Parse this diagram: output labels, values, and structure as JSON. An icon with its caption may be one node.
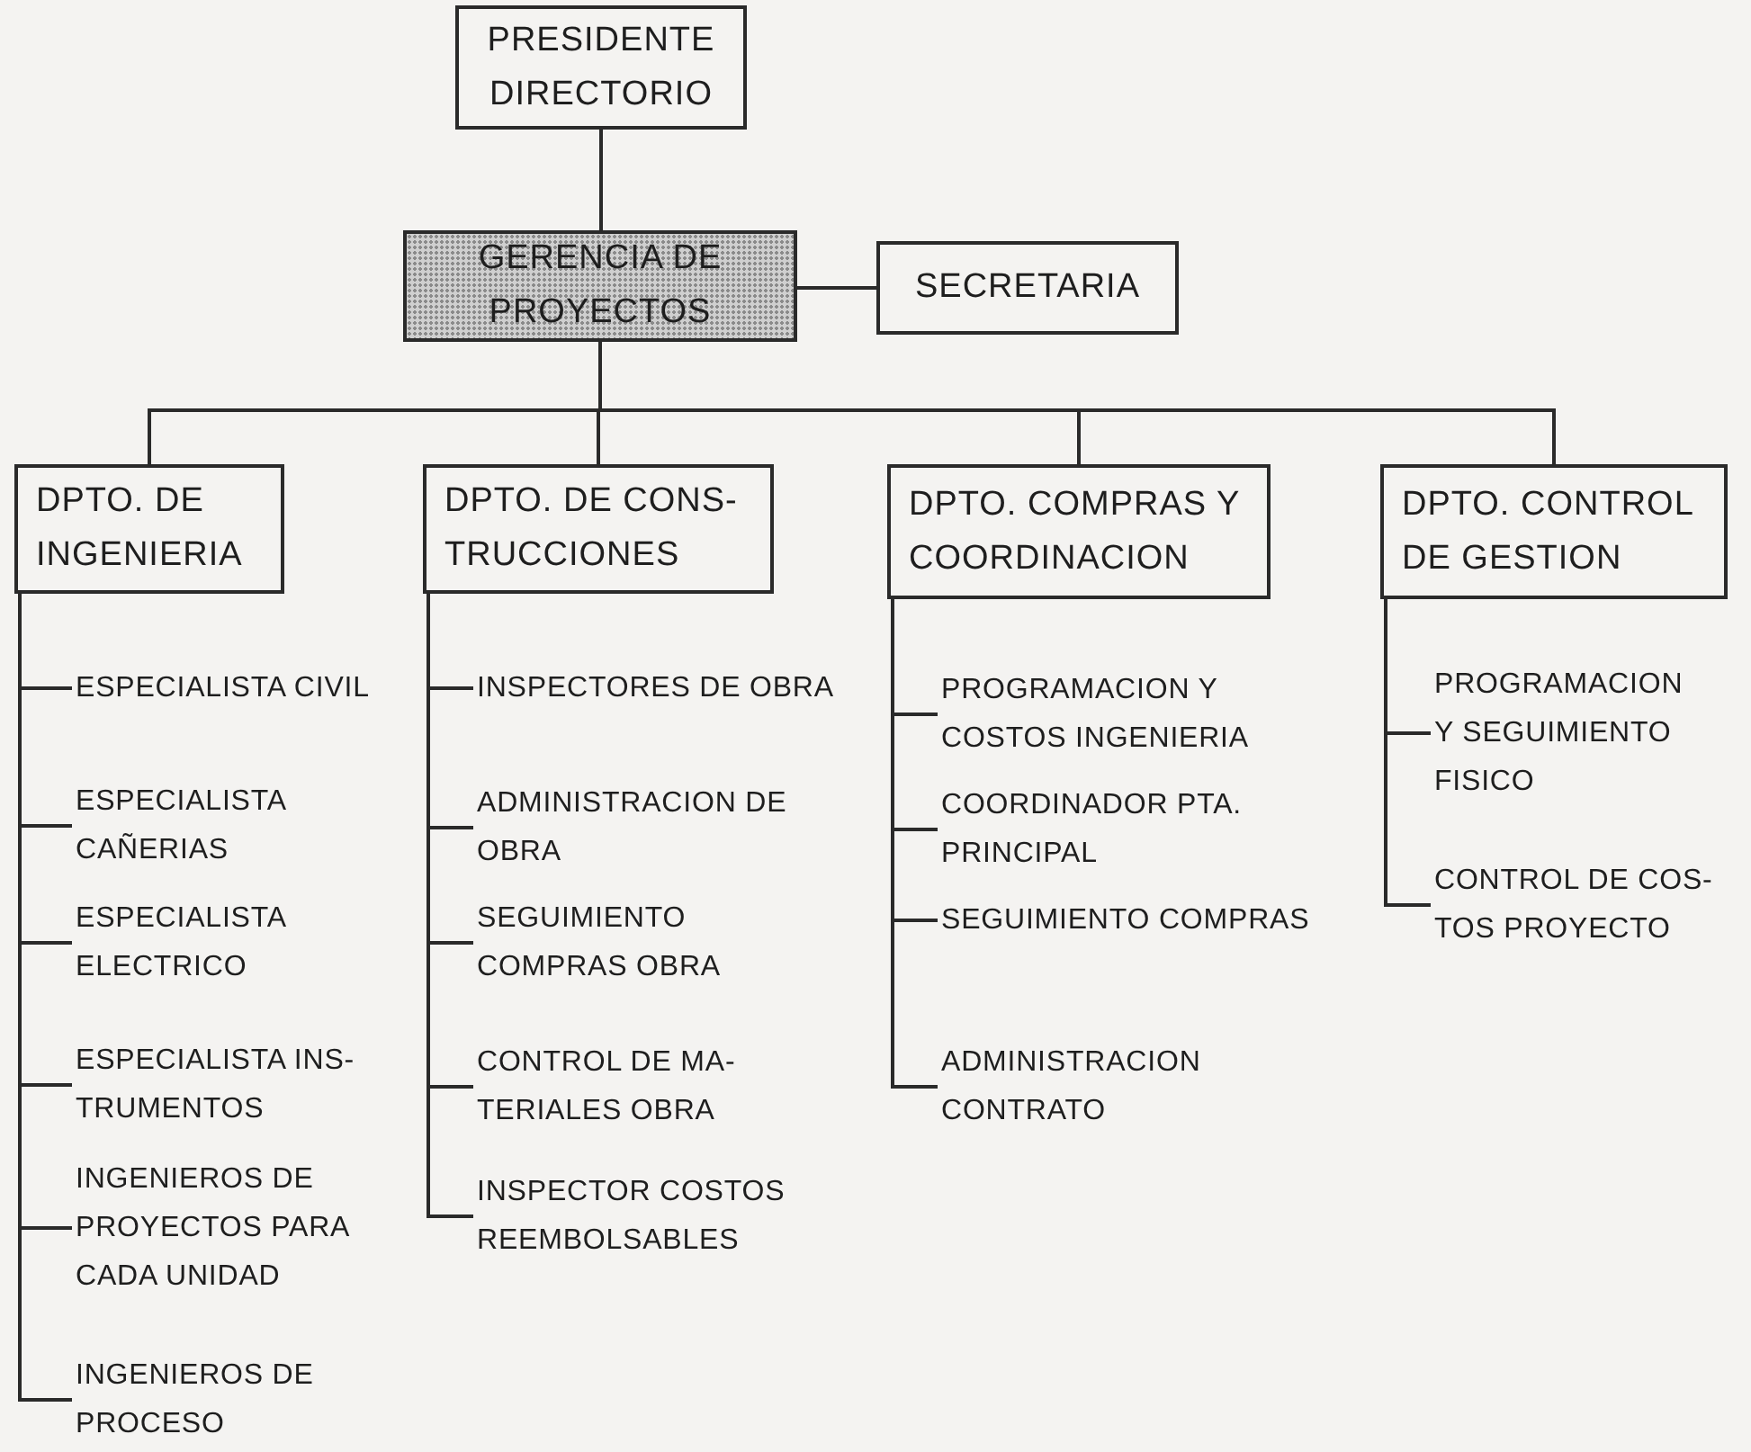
{
  "diagram": {
    "nodes": [
      {
        "text": [
          "PRESIDENTE DIRECTORIO"
        ]
      },
      {
        "text": [
          "GERENCIA DE PROYECTOS"
        ]
      },
      {
        "text": [
          "SECRETARIA"
        ]
      },
      {
        "text": [
          "DPTO. DE INGENIERIA"
        ]
      },
      {
        "text": [
          "DPTO. DE CONS- TRUCCIONES"
        ]
      },
      {
        "text": [
          "DPTO. COMPRAS Y COORDINACION"
        ]
      },
      {
        "text": [
          "DPTO. CONTROL DE GESTION"
        ]
      },
      {
        "text": [
          "ESPECIALISTA CIVIL"
        ]
      },
      {
        "text": [
          "ESPECIALISTA CAÑERIAS"
        ]
      },
      {
        "text": [
          "ESPECIALISTA ELECTRICO"
        ]
      },
      {
        "text": [
          "ESPECIALISTA INS- TRUMENTOS"
        ]
      },
      {
        "text": [
          "INGENIEROS DE PROYECTOS PARA CADA UNIDAD"
        ]
      },
      {
        "text": [
          "INGENIEROS DE PROCESO"
        ]
      },
      {
        "text": [
          "INSPECTORES DE OBRA"
        ]
      },
      {
        "text": [
          "ADMINISTRACION DE OBRA"
        ]
      },
      {
        "text": [
          "SEGUIMIENTO COMPRAS OBRA"
        ]
      },
      {
        "text": [
          "CONTROL DE MA- TERIALES OBRA"
        ]
      },
      {
        "text": [
          "INSPECTOR COSTOS REEMBOLSABLES"
        ]
      },
      {
        "text": [
          "PROGRAMACION Y COSTOS INGENIERIA"
        ]
      },
      {
        "text": [
          "COORDINADOR PTA. PRINCIPAL"
        ]
      },
      {
        "text": [
          "SEGUIMIENTO COMPRAS"
        ]
      },
      {
        "text": [
          "ADMINISTRACION CONTRATO"
        ]
      },
      {
        "text": [
          "PROGRAMACION Y SEGUIMIENTO FISICO"
        ]
      },
      {
        "text": [
          "CONTROL DE COS- TOS PROYECTO"
        ]
      }
    ],
    "edges": [
      {
        "from": 0,
        "to": 1,
        "arrow": "none"
      },
      {
        "from": 1,
        "to": 2,
        "arrow": "none"
      },
      {
        "from": 1,
        "to": 3,
        "arrow": "none"
      },
      {
        "from": 1,
        "to": 4,
        "arrow": "none"
      },
      {
        "from": 1,
        "to": 5,
        "arrow": "none"
      },
      {
        "from": 1,
        "to": 6,
        "arrow": "none"
      },
      {
        "from": 3,
        "to": 7,
        "arrow": "none"
      },
      {
        "from": 3,
        "to": 8,
        "arrow": "none"
      },
      {
        "from": 3,
        "to": 9,
        "arrow": "none"
      },
      {
        "from": 3,
        "to": 10,
        "arrow": "none"
      },
      {
        "from": 3,
        "to": 11,
        "arrow": "none"
      },
      {
        "from": 3,
        "to": 12,
        "arrow": "none"
      },
      {
        "from": 4,
        "to": 13,
        "arrow": "none"
      },
      {
        "from": 4,
        "to": 14,
        "arrow": "none"
      },
      {
        "from": 4,
        "to": 15,
        "arrow": "none"
      },
      {
        "from": 4,
        "to": 16,
        "arrow": "none"
      },
      {
        "from": 4,
        "to": 17,
        "arrow": "none"
      },
      {
        "from": 5,
        "to": 18,
        "arrow": "none"
      },
      {
        "from": 5,
        "to": 19,
        "arrow": "none"
      },
      {
        "from": 5,
        "to": 20,
        "arrow": "none"
      },
      {
        "from": 5,
        "to": 21,
        "arrow": "none"
      },
      {
        "from": 6,
        "to": 22,
        "arrow": "none"
      },
      {
        "from": 6,
        "to": 23,
        "arrow": "none"
      }
    ]
  }
}
